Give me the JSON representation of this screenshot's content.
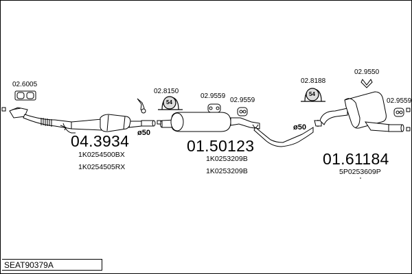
{
  "diagram": {
    "part_labels": [
      "02.6005",
      "02.8150",
      "02.9559",
      "02.9559",
      "02.8188",
      "02.9550",
      "02.9559"
    ],
    "main_parts": [
      {
        "number": "04.3934",
        "oe_numbers": [
          "1K0254500BX",
          "1K0254505RX"
        ]
      },
      {
        "number": "01.50123",
        "oe_numbers": [
          "1K0253209B",
          "1K0253209B"
        ]
      },
      {
        "number": "01.61184",
        "oe_numbers": [
          "5P0253609P"
        ]
      }
    ],
    "diameter_labels": [
      "ø50",
      "ø50"
    ],
    "clamp_size_labels": [
      "54",
      "54"
    ],
    "footer_code": "SEAT90379A"
  }
}
